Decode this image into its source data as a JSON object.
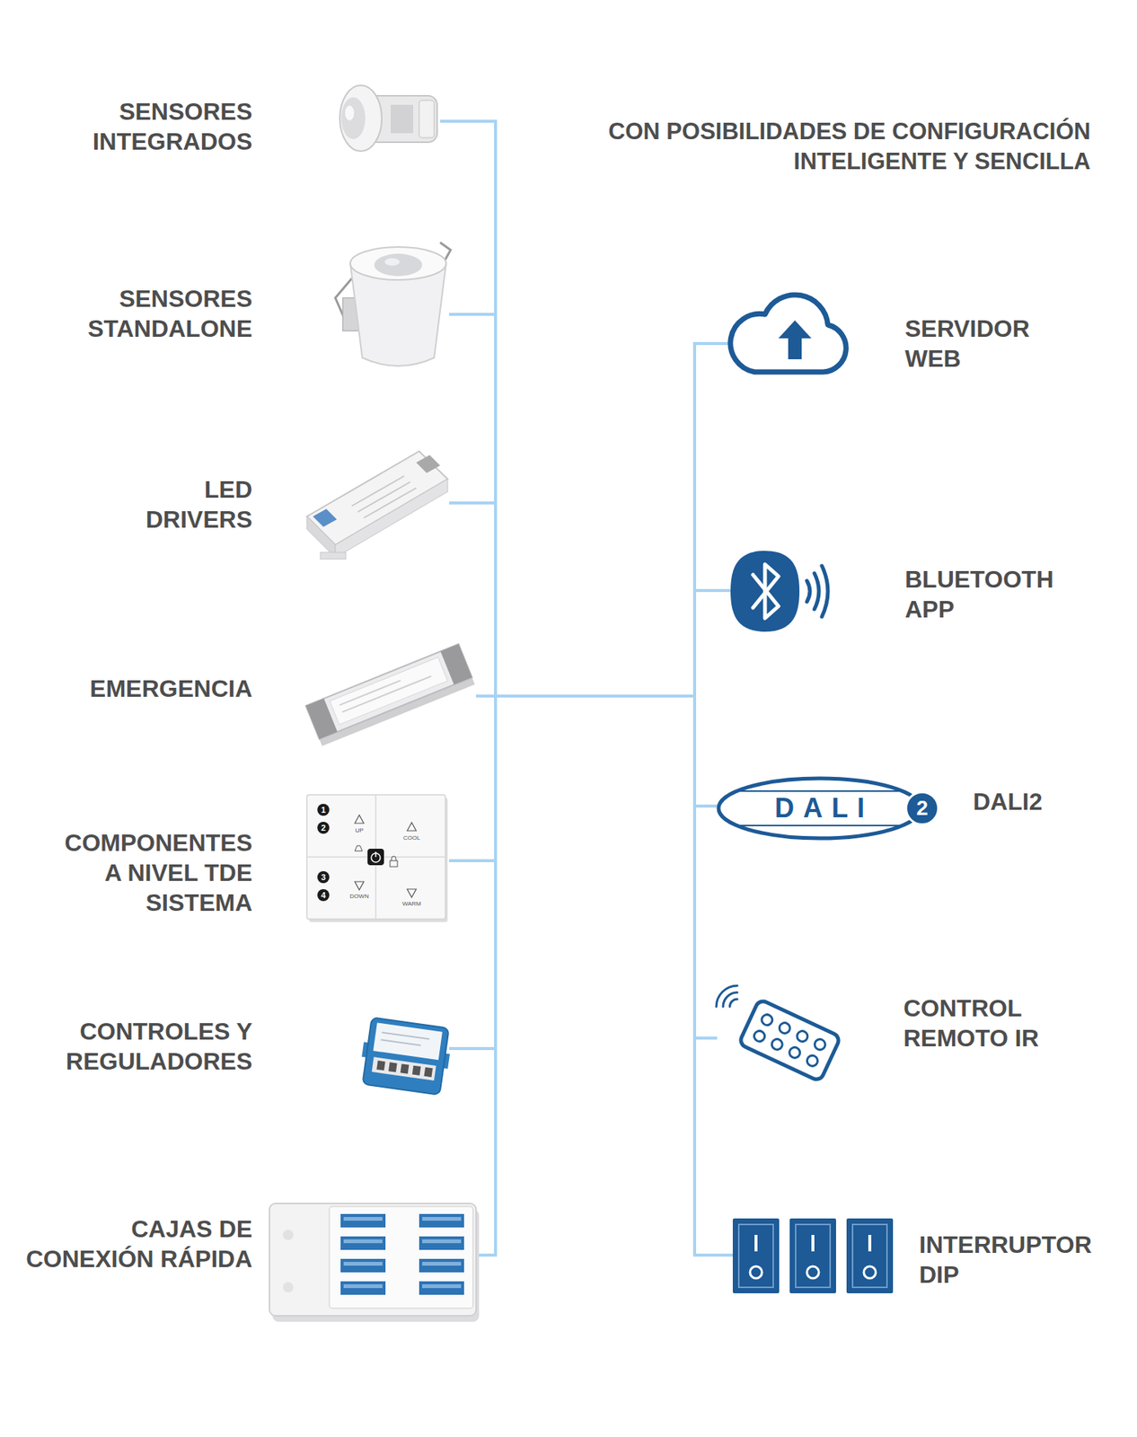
{
  "diagram": {
    "title": "CON POSIBILIDADES DE CONFIGURACIÓN INTELIGENTE Y SENCILLA",
    "nodes": [
      {
        "text": [
          "SENSORES INTEGRADOS"
        ]
      },
      {
        "text": [
          "SENSORES STANDALONE"
        ]
      },
      {
        "text": [
          "LED DRIVERS"
        ]
      },
      {
        "text": [
          "EMERGENCIA"
        ]
      },
      {
        "text": [
          "COMPONENTES A NIVEL TDE SISTEMA"
        ]
      },
      {
        "text": [
          "CONTROLES Y REGULADORES"
        ]
      },
      {
        "text": [
          "CAJAS DE CONEXIÓN RÁPIDA"
        ]
      },
      {
        "text": [
          "SERVIDOR WEB"
        ]
      },
      {
        "text": [
          "BLUETOOTH APP"
        ]
      },
      {
        "text": [
          "DALI2"
        ]
      },
      {
        "text": [
          "CONTROL REMOTO IR"
        ]
      },
      {
        "text": [
          "INTERRUPTOR DIP"
        ]
      }
    ],
    "edges": [
      {
        "from": 0,
        "to": 7,
        "arrow": "none"
      },
      {
        "from": 0,
        "to": 8,
        "arrow": "none"
      },
      {
        "from": 0,
        "to": 9,
        "arrow": "none"
      },
      {
        "from": 0,
        "to": 10,
        "arrow": "none"
      },
      {
        "from": 0,
        "to": 11,
        "arrow": "none"
      },
      {
        "from": 1,
        "to": 7,
        "arrow": "none"
      },
      {
        "from": 1,
        "to": 8,
        "arrow": "none"
      },
      {
        "from": 1,
        "to": 9,
        "arrow": "none"
      },
      {
        "from": 1,
        "to": 10,
        "arrow": "none"
      },
      {
        "from": 1,
        "to": 11,
        "arrow": "none"
      },
      {
        "from": 2,
        "to": 7,
        "arrow": "none"
      },
      {
        "from": 2,
        "to": 8,
        "arrow": "none"
      },
      {
        "from": 2,
        "to": 9,
        "arrow": "none"
      },
      {
        "from": 2,
        "to": 10,
        "arrow": "none"
      },
      {
        "from": 2,
        "to": 11,
        "arrow": "none"
      },
      {
        "from": 3,
        "to": 7,
        "arrow": "none"
      },
      {
        "from": 3,
        "to": 8,
        "arrow": "none"
      },
      {
        "from": 3,
        "to": 9,
        "arrow": "none"
      },
      {
        "from": 3,
        "to": 10,
        "arrow": "none"
      },
      {
        "from": 3,
        "to": 11,
        "arrow": "none"
      },
      {
        "from": 4,
        "to": 7,
        "arrow": "none"
      },
      {
        "from": 4,
        "to": 8,
        "arrow": "none"
      },
      {
        "from": 4,
        "to": 9,
        "arrow": "none"
      },
      {
        "from": 4,
        "to": 10,
        "arrow": "none"
      },
      {
        "from": 4,
        "to": 11,
        "arrow": "none"
      },
      {
        "from": 5,
        "to": 7,
        "arrow": "none"
      },
      {
        "from": 5,
        "to": 8,
        "arrow": "none"
      },
      {
        "from": 5,
        "to": 9,
        "arrow": "none"
      },
      {
        "from": 5,
        "to": 10,
        "arrow": "none"
      },
      {
        "from": 5,
        "to": 11,
        "arrow": "none"
      },
      {
        "from": 6,
        "to": 7,
        "arrow": "none"
      },
      {
        "from": 6,
        "to": 8,
        "arrow": "none"
      },
      {
        "from": 6,
        "to": 9,
        "arrow": "none"
      },
      {
        "from": 6,
        "to": 10,
        "arrow": "none"
      },
      {
        "from": 6,
        "to": 11,
        "arrow": "none"
      }
    ],
    "labels": [
      "1",
      "2",
      "3",
      "4",
      "UP",
      "COOL",
      "DOWN",
      "WARM",
      "DALI",
      "2"
    ]
  }
}
